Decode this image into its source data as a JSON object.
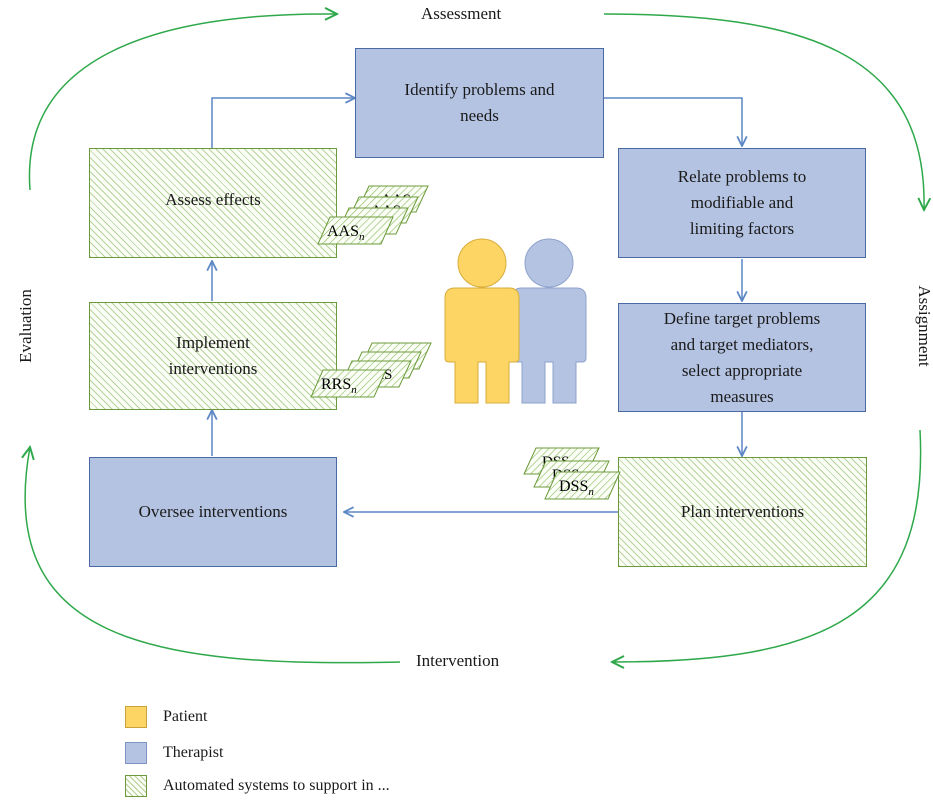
{
  "phases": {
    "top": "Assessment",
    "bottom": "Intervention",
    "left": "Evaluation",
    "right": "Assignment"
  },
  "boxes": {
    "identify": "Identify problems and\nneeds",
    "relate": "Relate problems to\nmodifiable and\nlimiting factors",
    "define": "Define target problems\nand target mediators,\nselect appropriate\nmeasures",
    "plan": "Plan interventions",
    "oversee": "Oversee interventions",
    "implement": "Implement\ninterventions",
    "assess": "Assess effects"
  },
  "systems": {
    "aas": {
      "back1": "AAS",
      "back2": "AAS",
      "back3": "AAS",
      "front": "AAS",
      "sub": "n"
    },
    "rrs": {
      "back1": "RRS",
      "back2": "RRS",
      "back3": "RRS",
      "front": "RRS",
      "sub": "n"
    },
    "dss": {
      "back1": "DSS",
      "back2": "DSS",
      "front": "DSS",
      "sub": "n"
    }
  },
  "legend": {
    "patient": "Patient",
    "therapist": "Therapist",
    "automated": "Automated systems to support in ..."
  },
  "colors": {
    "patient": "#fcd565",
    "therapist": "#b4c3e2",
    "box_border": "#4a6aa5",
    "arrow_blue": "#5b87c5",
    "cycle_green": "#2ea84a",
    "hatch_green": "#6b9a3a"
  }
}
